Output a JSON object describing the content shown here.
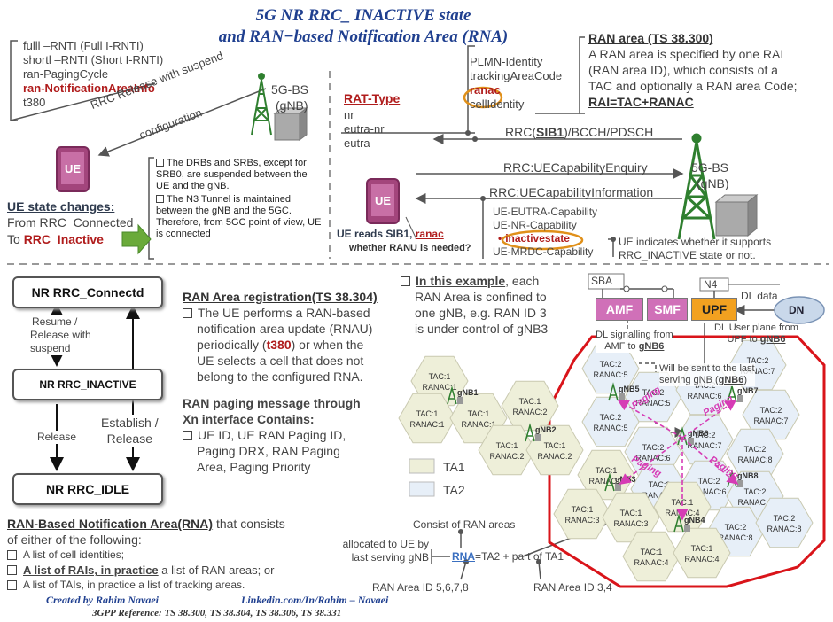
{
  "title": {
    "line1": "5G NR RRC_ INACTIVE state",
    "line2": "and RAN−based Notification Area (RNA)"
  },
  "rrc_release": {
    "params": [
      "fulll –RNTI (Full I-RNTI)",
      "shortl –RNTI (Short I-RNTI)",
      "ran-PagingCycle",
      "ran-NotificationAreaInfo",
      "t380"
    ],
    "arrow_label_1": "RRC Release with suspend",
    "arrow_label_2": "configuration",
    "gnb_label_1": "5G-BS",
    "gnb_label_2": "(gNB)",
    "ue_label": "UE"
  },
  "ue_state_changes": {
    "heading": "UE state changes:",
    "from": "From RRC_Connected",
    "to_prefix": "To ",
    "to_state": "RRC_Inactive"
  },
  "suspend_notes": [
    "The DRBs and SRBs, except for SRB0, are suspended between the UE and the gNB.",
    "The N3 Tunnel is maintained between the gNB and the 5GC. Therefore, from 5GC point of view, UE is connected"
  ],
  "sib1": {
    "rat_type_heading": "RAT-Type",
    "rat_types": [
      "nr",
      "eutra-nr",
      "eutra"
    ],
    "cell_fields": [
      "PLMN-Identity",
      "trackingAreaCode",
      "ranac",
      "cellIdentity"
    ],
    "msg_prefix": "RRC(",
    "msg_sib": "SIB1",
    "msg_suffix": ")/BCCH/PDSCH",
    "enquiry": "RRC:UECapabilityEnquiry",
    "information": "RRC:UECapabilityInformation",
    "capabilities": [
      "UE-EUTRA-Capability",
      "UE-NR-Capability",
      "inactivestate",
      "UE-MRDC-Capability"
    ],
    "ue_label": "UE",
    "ue_reads_prefix": "UE reads SIB1, ",
    "ue_reads_ranac": "ranac",
    "ranu_question": "whether RANU is needed?",
    "gnb_label_1": "5G-BS",
    "gnb_label_2": "(gNB)",
    "capability_note_1": "UE indicates whether it supports",
    "capability_note_2": "RRC_INACTIVE state or not."
  },
  "ran_area": {
    "heading": "RAN area (TS 38.300)",
    "lines": [
      "A RAN area is specified by one RAI",
      "(RAN area ID), which consists of a",
      "TAC and optionally a RAN area Code;"
    ],
    "formula": "RAI=TAC+RANAC"
  },
  "state_machine": {
    "connected": "NR  RRC_Connectd",
    "inactive": "NR  RRC_INACTIVE",
    "idle": "NR  RRC_IDLE",
    "resume_1": "Resume /",
    "resume_2": "Release with",
    "resume_3": "suspend",
    "establish_1": "Establish /",
    "establish_2": "Release",
    "release": "Release"
  },
  "ran_registration": {
    "heading": "RAN Area registration(TS 38.304)",
    "body_1": "The UE performs a RAN-based",
    "body_2": "notification area update (RNAU)",
    "body_3_pre": "periodically (",
    "body_3_t380": "t380",
    "body_3_post": ") or when the",
    "body_4": "UE selects a cell that does not",
    "body_5": "belong to the configured RNA.",
    "paging_heading_1": "RAN paging message through",
    "paging_heading_2": "Xn interface Contains:",
    "paging_1": "UE ID, UE RAN Paging ID,",
    "paging_2": "Paging DRX, RAN Paging",
    "paging_3": "Area, Paging Priority"
  },
  "example": {
    "lead": "In this example",
    "line1_rest": ", each",
    "line2": "RAN Area is confined to",
    "line3": "one gNB, e.g. RAN ID 3",
    "line4": "is under control of gNB3"
  },
  "core": {
    "sba": "SBA",
    "n4": "N4",
    "amf": "AMF",
    "smf": "SMF",
    "upf": "UPF",
    "dn": "DN",
    "dl_data": "DL data",
    "dl_signalling_1": "DL signalling from",
    "dl_signalling_2": "AMF to ",
    "gnb6": "gNB6",
    "will_be_sent_1": "Will be sent to the last",
    "will_be_sent_2": "serving gNB (",
    "will_be_sent_3": ")",
    "user_plane_1": "DL User plane from",
    "user_plane_2": "UPF to "
  },
  "cells": [
    "TAC:1|RANAC:1",
    "TAC:1|RANAC:1",
    "TAC:1|RANAC:1",
    "TAC:1|RANAC:2",
    "TAC:1|RANAC:2",
    "TAC:1|RANAC:2",
    "TAC:2|RANAC:5",
    "TAC:2|RANAC:5",
    "TAC:2|RANAC:6",
    "TAC:2|RANAC:7",
    "TAC:2|RANAC:7",
    "TAC:2|RANAC:5",
    "TAC:2|RANAC:6",
    "TAC:2|RANAC:7",
    "TAC:2|RANAC:8",
    "TAC:1|RANAC:3",
    "TAC:2|RANAC:6",
    "TAC:2|RANAC:6",
    "TAC:2|RANAC:8",
    "TAC:1|RANAC:3",
    "TAC:1|RANAC:3",
    "TAC:1|RANAC:4",
    "TAC:2|RANAC:8",
    "TAC:2|RANAC:8",
    "TAC:1|RANAC:4",
    "TAC:1|RANAC:4"
  ],
  "gnb_labels": [
    "gNB1",
    "gNB2",
    "gNB5",
    "gNB7",
    "gNB6",
    "gNB3",
    "gNB8",
    "gNB4"
  ],
  "paging": [
    "Paging",
    "Paging",
    "Paging",
    "Paging"
  ],
  "legend": {
    "ta1": "TA1",
    "ta2": "TA2"
  },
  "rna_formula": {
    "consist": "Consist of RAN areas",
    "allocated_1": "allocated to UE by",
    "allocated_2": "last serving gNB",
    "rna": "RNA",
    "eq": "=TA2 +  part of TA1",
    "area_1": "RAN Area ID 5,6,7,8",
    "area_2": "RAN Area ID 3,4"
  },
  "rna_section": {
    "heading": "RAN-Based Notification Area(RNA)",
    "heading_rest": " that consists",
    "line2": "of either of the following:",
    "items": [
      "A list of cell identities;"
    ],
    "item2_bold": "A list of RAIs, in practice",
    "item2_rest": " a list of RAN areas; or",
    "item3": "A list of TAIs, in practice a list of tracking areas."
  },
  "credits": {
    "author": "Created by Rahim Navaei",
    "linkedin": "Linkedin.com/In/Rahim – Navaei",
    "reference": "3GPP Reference: TS 38.300, TS 38.304, TS 38.306, TS 38.331"
  },
  "colors": {
    "title": "#1f3f8f",
    "accent_red": "#b01c1c",
    "rna_border": "#d9141a",
    "ta1": "#eeefd9",
    "ta2": "#e7eff8",
    "ue_purple": "#a3457c",
    "core_purple": "#d070b8",
    "upf_orange": "#f2a120",
    "tower_green": "#3f8f3a"
  }
}
